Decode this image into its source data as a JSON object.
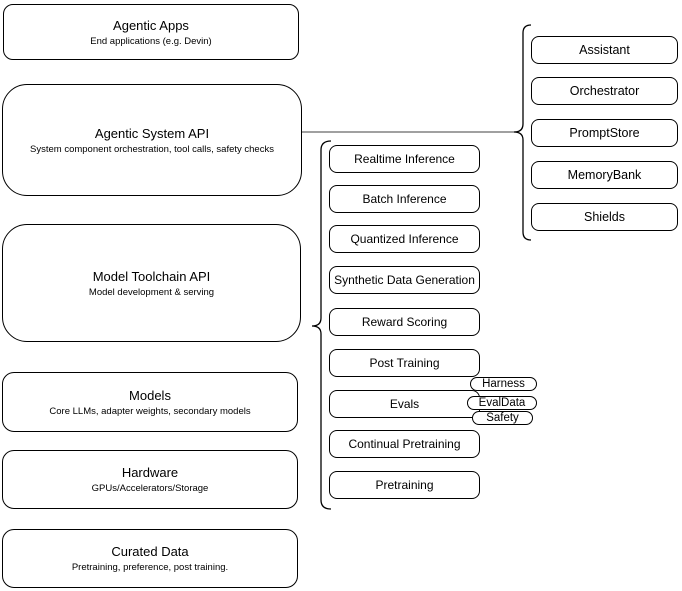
{
  "diagram": {
    "left_column": [
      {
        "title": "Agentic Apps",
        "subtitle": "End applications (e.g. Devin)"
      },
      {
        "title": "Agentic System API",
        "subtitle": "System component orchestration, tool calls, safety checks"
      },
      {
        "title": "Model Toolchain API",
        "subtitle": "Model development & serving"
      },
      {
        "title": "Models",
        "subtitle": "Core LLMs, adapter weights, secondary models"
      },
      {
        "title": "Hardware",
        "subtitle": "GPUs/Accelerators/Storage"
      },
      {
        "title": "Curated Data",
        "subtitle": "Pretraining, preference, post training."
      }
    ],
    "middle_column": [
      {
        "label": "Realtime Inference"
      },
      {
        "label": "Batch Inference"
      },
      {
        "label": "Quantized Inference"
      },
      {
        "label": "Synthetic Data Generation"
      },
      {
        "label": "Reward Scoring"
      },
      {
        "label": "Post Training"
      },
      {
        "label": "Evals"
      },
      {
        "label": "Continual Pretraining"
      },
      {
        "label": "Pretraining"
      }
    ],
    "eval_pills": [
      {
        "label": "Harness"
      },
      {
        "label": "EvalData"
      },
      {
        "label": "Safety"
      }
    ],
    "right_column": [
      {
        "label": "Assistant"
      },
      {
        "label": "Orchestrator"
      },
      {
        "label": "PromptStore"
      },
      {
        "label": "MemoryBank"
      },
      {
        "label": "Shields"
      }
    ],
    "colors": {
      "node_stroke": "#000000",
      "node_fill": "#ffffff",
      "text": "#000000",
      "connector_line": "#808080"
    }
  }
}
